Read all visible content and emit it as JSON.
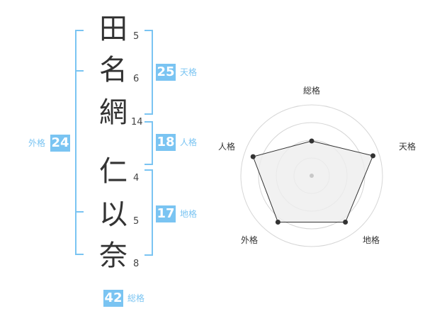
{
  "name": {
    "chars": [
      {
        "char": "田",
        "strokes": "5"
      },
      {
        "char": "名",
        "strokes": "6"
      },
      {
        "char": "網",
        "strokes": "14"
      },
      {
        "char": "仁",
        "strokes": "4"
      },
      {
        "char": "以",
        "strokes": "5"
      },
      {
        "char": "奈",
        "strokes": "8"
      }
    ]
  },
  "kakusu": {
    "tenkaku": {
      "value": "25",
      "label": "天格"
    },
    "jinkaku": {
      "value": "18",
      "label": "人格"
    },
    "chikaku": {
      "value": "17",
      "label": "地格"
    },
    "gaikaku": {
      "value": "24",
      "label": "外格"
    },
    "soukaku": {
      "value": "42",
      "label": "総格"
    }
  },
  "radar": {
    "axes": [
      "総格",
      "天格",
      "地格",
      "外格",
      "人格"
    ],
    "values": [
      0.49,
      0.91,
      0.81,
      0.81,
      0.87
    ],
    "rings": 4,
    "colors": {
      "grid": "#d6d6d6",
      "fill": "#eeeeee",
      "line": "#333333",
      "point": "#333333",
      "center": "#c8c8c8"
    }
  },
  "colors": {
    "accent": "#7ac4f2",
    "text": "#333333"
  }
}
